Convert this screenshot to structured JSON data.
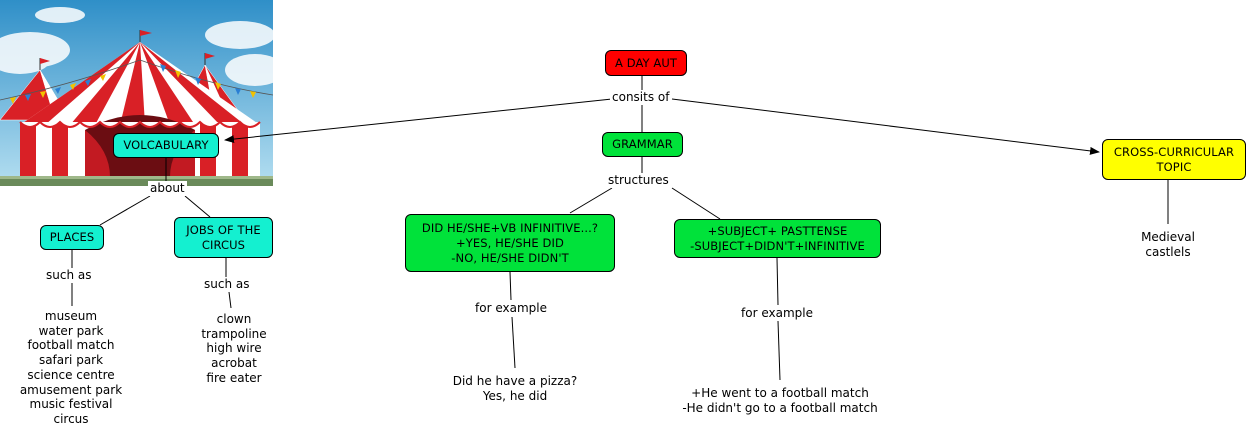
{
  "colors": {
    "root": "#ff0000",
    "grammar": "#00e23a",
    "vocab": "#14f0d0",
    "topic": "#ffff00",
    "line": "#000000"
  },
  "illustration": "circus-tent-picture",
  "root": {
    "label": "A DAY AUT"
  },
  "root_link": {
    "label": "consits of"
  },
  "vocabulary": {
    "label": "VOLCABULARY",
    "link": "about",
    "places": {
      "label": "PLACES",
      "link": "such as",
      "items": [
        "museum",
        "water park",
        "football match",
        "safari park",
        "science centre",
        "amusement park",
        "music festival",
        "circus"
      ]
    },
    "jobs": {
      "label": "JOBS OF THE\nCIRCUS",
      "link": "such as",
      "items": [
        "clown",
        "trampoline",
        "high wire",
        "acrobat",
        "fire eater"
      ]
    }
  },
  "grammar": {
    "label": "GRAMMAR",
    "link": "structures",
    "questions": {
      "label": "DID HE/SHE+VB INFINITIVE...?\n+YES, HE/SHE DID\n-NO, HE/SHE DIDN'T",
      "link": "for example",
      "example": [
        "Did he have a pizza?",
        "Yes, he did"
      ]
    },
    "statements": {
      "label": "+SUBJECT+ PASTTENSE\n-SUBJECT+DIDN'T+INFINITIVE",
      "link": "for example",
      "example": [
        "+He went to a football match",
        "-He didn't go to a football match"
      ]
    }
  },
  "topic": {
    "label": "CROSS-CURRICULAR\nTOPIC",
    "items": [
      "Medieval",
      "castlels"
    ]
  }
}
